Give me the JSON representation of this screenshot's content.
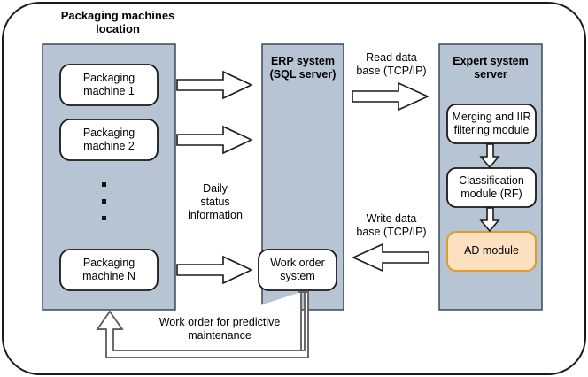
{
  "diagram": {
    "title": "Packaging machines\nlocation",
    "containers": [
      {
        "id": "packaging-machines",
        "title": ""
      },
      {
        "id": "erp-system",
        "title": "ERP system\n(SQL server)"
      },
      {
        "id": "expert-system-server",
        "title": "Expert system\nserver"
      }
    ],
    "machines": [
      {
        "label": "Packaging\nmachine 1"
      },
      {
        "label": "Packaging\nmachine 2"
      },
      {
        "label": "Packaging\nmachine N"
      }
    ],
    "ellipsis": "▪",
    "erp_nodes": [
      {
        "label": "Work order\nsystem"
      }
    ],
    "expert_nodes": [
      {
        "label": "Merging and IIR\nfiltering module"
      },
      {
        "label": "Classification\nmodule (RF)"
      },
      {
        "label": "AD module"
      }
    ],
    "edge_labels": [
      {
        "id": "daily-status",
        "text": "Daily\nstatus\ninformation"
      },
      {
        "id": "read-database",
        "text": "Read data\nbase (TCP/IP)"
      },
      {
        "id": "write-database",
        "text": "Write data\nbase (TCP/IP)"
      },
      {
        "id": "work-order-feedback",
        "text": "Work order for predictive\nmaintenance"
      }
    ],
    "colors": {
      "container_fill": "#b6c4d4",
      "container_stroke": "#3b4a57",
      "node_fill": "#ffffff",
      "node_stroke": "#1a1a1a",
      "ad_module_fill": "#fce0c0",
      "ad_module_stroke": "#e09b2d",
      "arrow_fill": "#ffffff",
      "arrow_stroke": "#1a1a1a",
      "feedback_stroke": "#5a5a5a",
      "frame_stroke": "#1a1a1a",
      "text": "#000000"
    }
  }
}
